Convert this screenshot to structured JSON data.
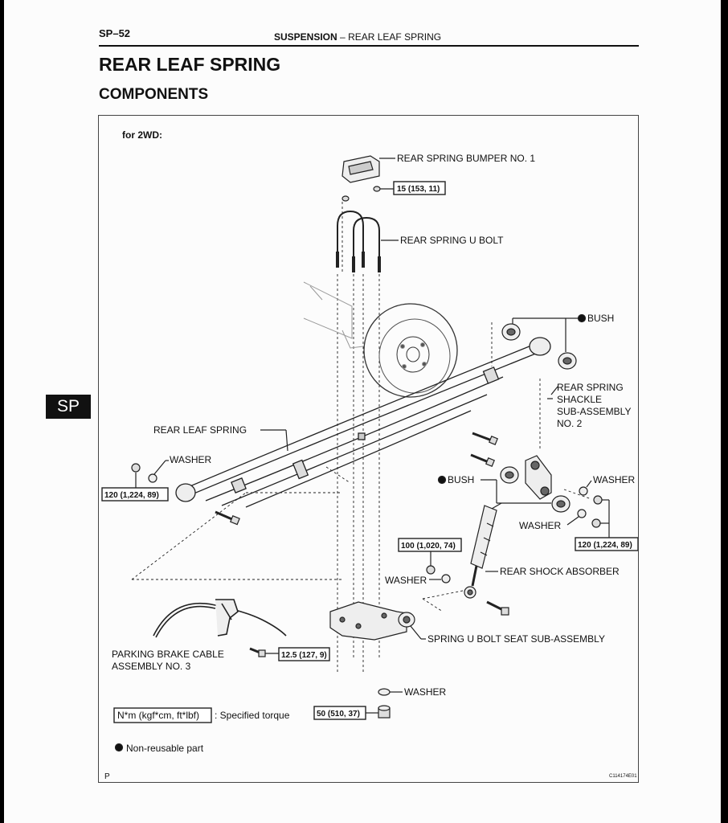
{
  "header": {
    "page_code": "SP–52",
    "section": "SUSPENSION",
    "separator": "–",
    "subsection": "REAR LEAF SPRING"
  },
  "title": "REAR LEAF SPRING",
  "subtitle": "COMPONENTS",
  "side_tab": "SP",
  "diagram": {
    "variant": "for 2WD:",
    "labels": {
      "bumper": "REAR SPRING BUMPER NO. 1",
      "u_bolt": "REAR SPRING U BOLT",
      "bush_top": "BUSH",
      "shackle_1": "REAR SPRING",
      "shackle_2": "SHACKLE",
      "shackle_3": "SUB-ASSEMBLY",
      "shackle_4": "NO. 2",
      "leaf_spring": "REAR LEAF SPRING",
      "washer_left": "WASHER",
      "bush_mid": "BUSH",
      "washer_right_top": "WASHER",
      "washer_right_low": "WASHER",
      "washer_center": "WASHER",
      "shock": "REAR SHOCK ABSORBER",
      "seat": "SPRING U BOLT SEAT SUB-ASSEMBLY",
      "cable_1": "PARKING BRAKE CABLE",
      "cable_2": "ASSEMBLY NO. 3",
      "washer_bottom": "WASHER"
    },
    "torques": {
      "bumper": "15 (153, 11)",
      "front": "120 (1,224, 89)",
      "shackle": "120 (1,224, 89)",
      "shock_top": "100 (1,020, 74)",
      "cable": "12.5 (127, 9)",
      "bottom": "50 (510, 37)"
    },
    "legend": {
      "torque_unit": "N*m (kgf*cm, ft*lbf)",
      "torque_text": ": Specified torque",
      "nonreusable_text": "Non-reusable part"
    },
    "footer_left": "P",
    "figure_code": "C114174E01"
  }
}
